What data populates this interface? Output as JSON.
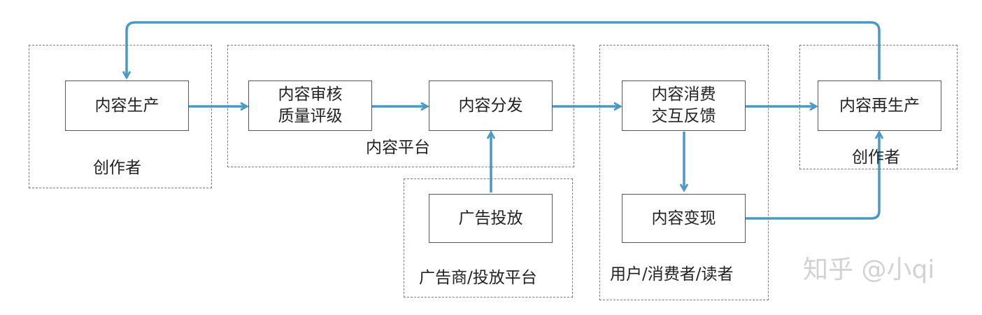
{
  "groups": {
    "creator_left": "创作者",
    "platform": "内容平台",
    "advertiser": "广告商/投放平台",
    "users": "用户/消费者/读者",
    "creator_right": "创作者"
  },
  "nodes": {
    "production": "内容生产",
    "review": "内容审核\n质量评级",
    "distribution": "内容分发",
    "ad_placement": "广告投放",
    "consumption": "内容消费\n交互反馈",
    "monetization": "内容变现",
    "reproduction": "内容再生产"
  },
  "watermark": "知乎 @小qi",
  "colors": {
    "arrow": "#4a98c4",
    "box_border": "#555555",
    "group_border": "#7a7a7a"
  }
}
